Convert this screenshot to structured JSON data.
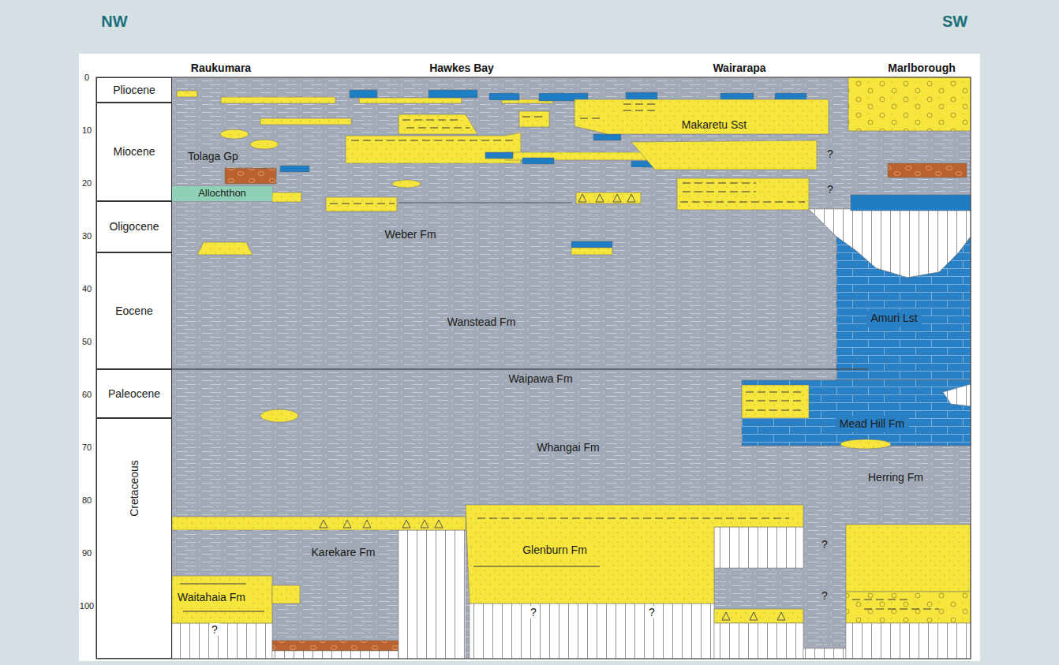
{
  "diagram": {
    "nodes": [
      {
        "text": [
          "Pliocene"
        ]
      },
      {
        "text": [
          "Miocene"
        ]
      },
      {
        "text": [
          "Oligocene"
        ]
      },
      {
        "text": [
          "Eocene"
        ]
      },
      {
        "text": [
          "Paleocene"
        ]
      },
      {
        "text": [
          "Cretaceous"
        ]
      },
      {
        "text": [
          "Allochthon"
        ]
      },
      {
        "text": [
          "Makaretu Sst"
        ]
      },
      {
        "text": [
          "Amuri Lst"
        ]
      },
      {
        "text": [
          "Mead Hill Fm"
        ]
      },
      {
        "text": [
          "Glenburn Fm"
        ]
      },
      {
        "text": [
          "Waitahaia Fm"
        ]
      }
    ],
    "labels": [
      "NW",
      "SW",
      "Raukumara",
      "Hawkes Bay",
      "Wairarapa",
      "Marlborough",
      "0",
      "10",
      "20",
      "30",
      "40",
      "50",
      "60",
      "70",
      "80",
      "90",
      "100",
      "Tolaga Gp",
      "Weber Fm",
      "Wanstead Fm",
      "Waipawa Fm",
      "Whangai Fm",
      "Herring Fm",
      "Karekare Fm",
      "?",
      "?",
      "?",
      "?",
      "?",
      "?",
      "?"
    ]
  }
}
